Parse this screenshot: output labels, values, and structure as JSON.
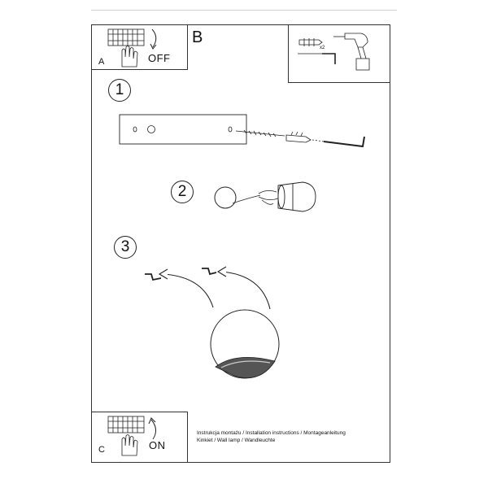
{
  "panels": {
    "switch_off": {
      "letter": "A",
      "text": "OFF"
    },
    "tools": {
      "letter": "B",
      "count_label": "x2"
    },
    "switch_on": {
      "letter": "C",
      "text": "ON"
    }
  },
  "steps": [
    {
      "number": "1"
    },
    {
      "number": "2"
    },
    {
      "number": "3"
    }
  ],
  "captions": {
    "line1": "Instrukcja montażu / Installation instructions / Montageanleitung",
    "line2": "Kinkiet / Wall lamp / Wandleuchte"
  },
  "colors": {
    "line": "#222222",
    "frame": "#333333",
    "rule": "#d0d0d0"
  }
}
